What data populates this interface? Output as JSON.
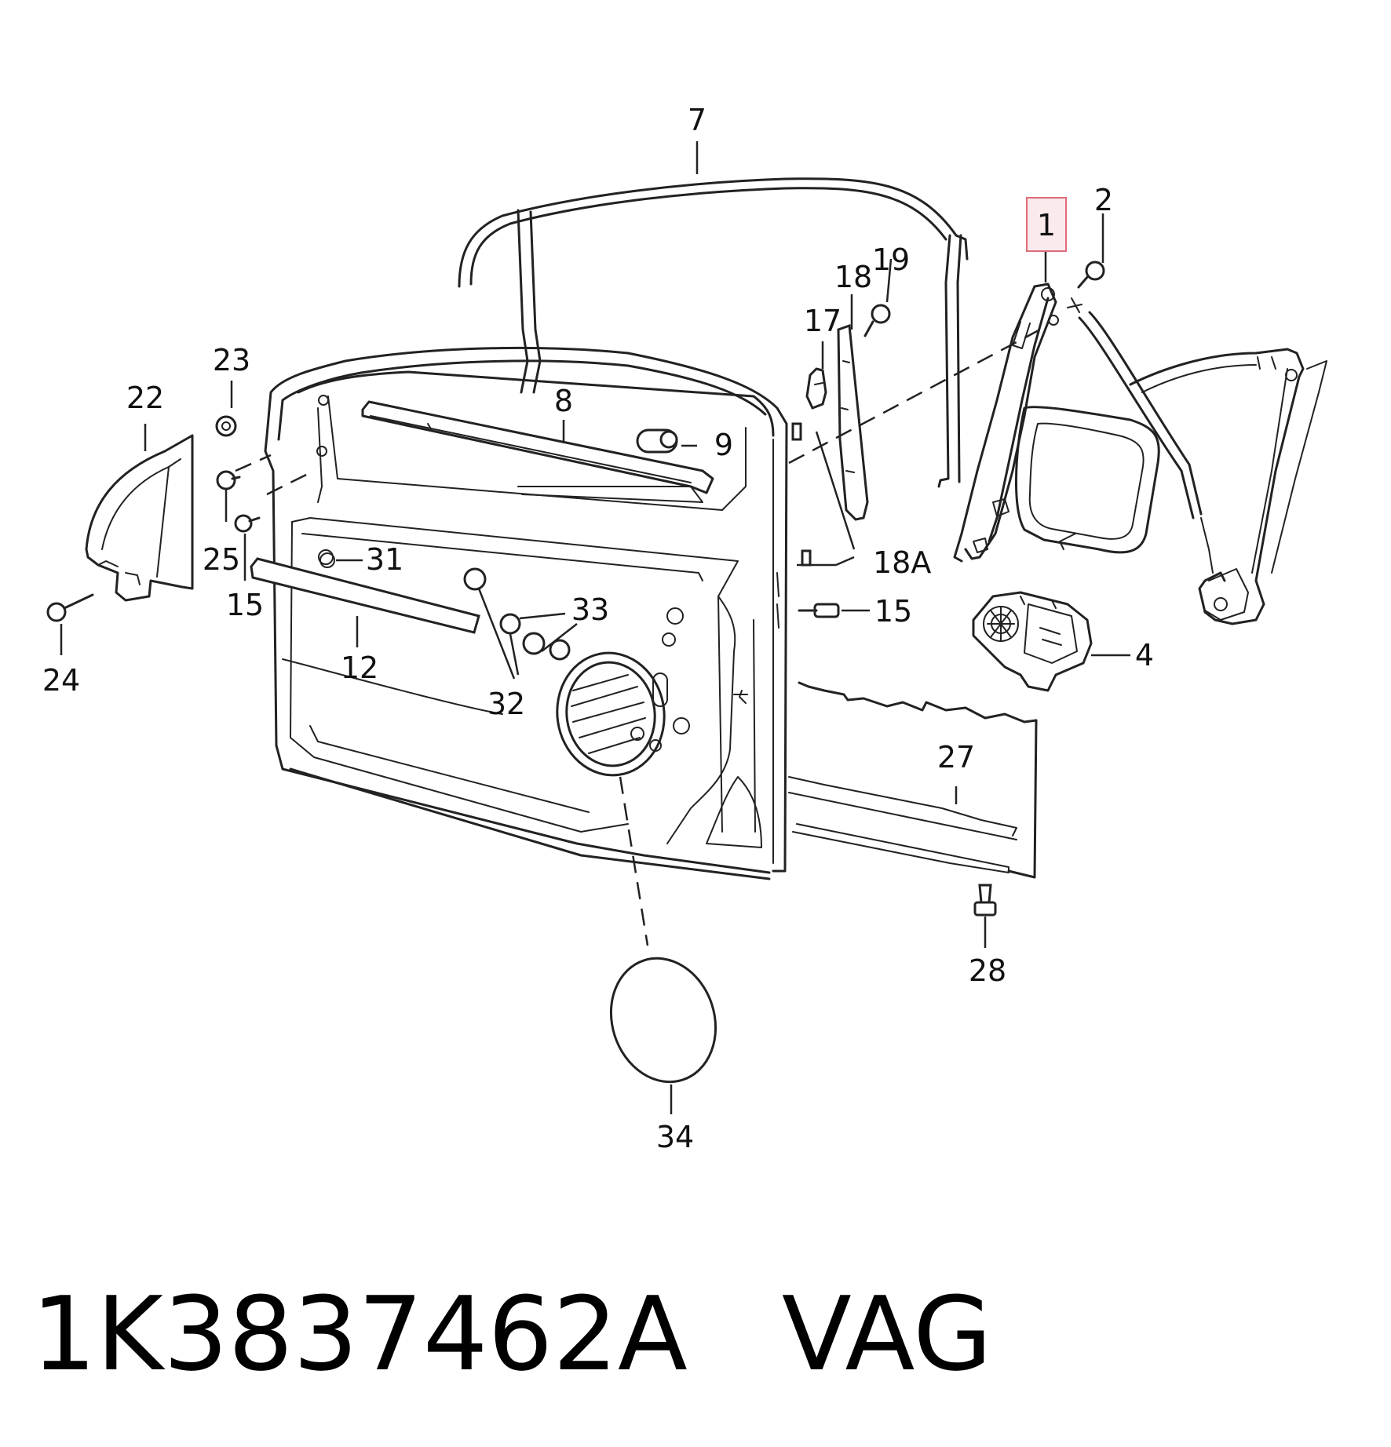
{
  "caption": {
    "part_number": "1K3837462A",
    "brand": "VAG"
  },
  "highlight_color": "#e06b78",
  "callouts": {
    "c1": "1",
    "c2": "2",
    "c4": "4",
    "c7": "7",
    "c8": "8",
    "c9": "9",
    "c12": "12",
    "c15a": "15",
    "c15b": "15",
    "c17": "17",
    "c18": "18",
    "c18a": "18A",
    "c19": "19",
    "c22": "22",
    "c23": "23",
    "c24": "24",
    "c25": "25",
    "c27": "27",
    "c28": "28",
    "c31": "31",
    "c32": "32",
    "c33": "33",
    "c34": "34"
  }
}
